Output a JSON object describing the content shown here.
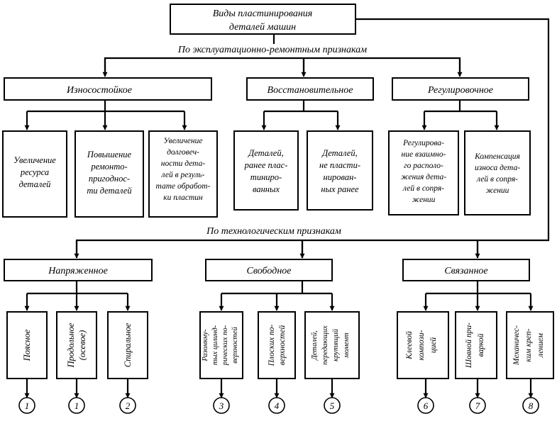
{
  "root": {
    "lines": [
      "Виды пластинирования",
      "деталей    машин"
    ]
  },
  "headers": {
    "operational": "По эксплуатационно-ремонтным признакам",
    "technological": "По технологическим признакам"
  },
  "operational": {
    "wear": {
      "label": "Износостойкое",
      "children": [
        [
          "Увеличение",
          "ресурса",
          "деталей"
        ],
        [
          "Повышение",
          "ремонто-",
          "пригоднос-",
          "ти деталей"
        ],
        [
          "Увеличение",
          "долговеч-",
          "ности дета-",
          "лей в резуль-",
          "тате обработ-",
          "ки пластин"
        ]
      ]
    },
    "restore": {
      "label": "Восстановительное",
      "children": [
        [
          "Деталей,",
          "ранее плас-",
          "тиниро-",
          "ванных"
        ],
        [
          "Деталей,",
          "не пласти-",
          "нирован-",
          "ных ранее"
        ]
      ]
    },
    "adjust": {
      "label": "Регулировочное",
      "children": [
        [
          "Регулирова-",
          "ние взаимно-",
          "го располо-",
          "жения дета-",
          "лей в сопря-",
          "жении"
        ],
        [
          "Компенсация",
          "износа дета-",
          "лей в сопря-",
          "жении"
        ]
      ]
    }
  },
  "technological": {
    "stressed": {
      "label": "Напряженное",
      "children": [
        {
          "lines": [
            "Поясное"
          ],
          "num": "1"
        },
        {
          "lines": [
            "Продольное",
            "(осевое)"
          ],
          "num": "1"
        },
        {
          "lines": [
            "Спиральное"
          ],
          "num": "2"
        }
      ]
    },
    "free": {
      "label": "Свободное",
      "children": [
        {
          "lines": [
            "Разомкну-",
            "тых цилинд-",
            "рических по-",
            "верхностей"
          ],
          "num": "3"
        },
        {
          "lines": [
            "Плоских по-",
            "верхностей"
          ],
          "num": "4"
        },
        {
          "lines": [
            "Деталей,",
            "передающих",
            "крутящий",
            "момент"
          ],
          "num": "5"
        }
      ]
    },
    "bonded": {
      "label": "Связанное",
      "children": [
        {
          "lines": [
            "Клеевой",
            "компози-",
            "цией"
          ],
          "num": "6"
        },
        {
          "lines": [
            "Шовной при-",
            "варкой"
          ],
          "num": "7"
        },
        {
          "lines": [
            "Механичес-",
            "ким креп-",
            "лением"
          ],
          "num": "8"
        }
      ]
    }
  }
}
